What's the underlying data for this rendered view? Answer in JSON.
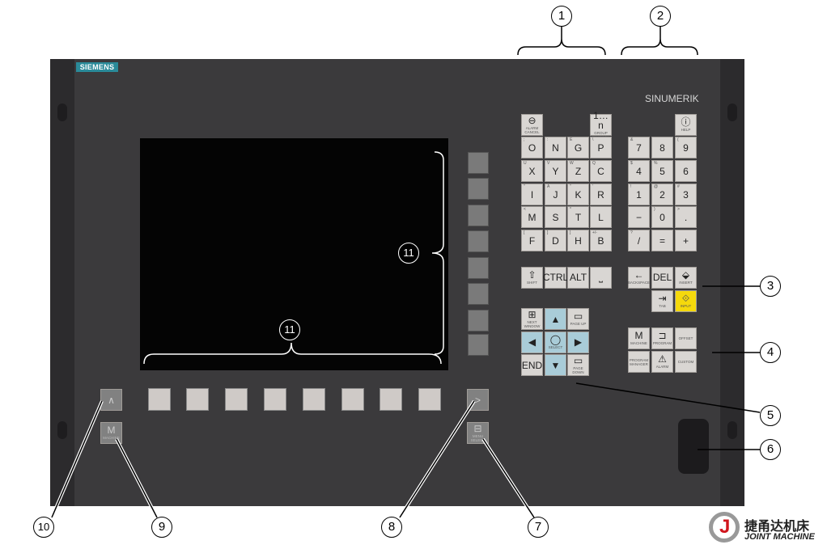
{
  "panel": {
    "logo": "SIEMENS",
    "brand": "SINUMERIK"
  },
  "keys": {
    "top": [
      {
        "id": "alarm-cancel",
        "main": "⊖",
        "sub": "ALARM CANCEL"
      },
      {
        "id": "group-channel",
        "main": "1…n",
        "sub": "GROUP CHANNEL"
      },
      {
        "id": "help",
        "main": "ⓘ",
        "sub": "HELP"
      }
    ],
    "alpha": [
      [
        {
          "m": "O",
          "s": ";"
        },
        {
          "m": "N",
          "s": ":"
        },
        {
          "m": "G",
          "s": "E"
        },
        {
          "m": "P",
          "s": "\\"
        }
      ],
      [
        {
          "m": "X",
          "s": "U"
        },
        {
          "m": "Y",
          "s": "V"
        },
        {
          "m": "Z",
          "s": "W"
        },
        {
          "m": "C",
          "s": "Q"
        }
      ],
      [
        {
          "m": "I",
          "s": "\""
        },
        {
          "m": "J",
          "s": "A"
        },
        {
          "m": "K",
          "s": "\""
        },
        {
          "m": "R",
          "s": "'"
        }
      ],
      [
        {
          "m": "M",
          "s": "<"
        },
        {
          "m": "S",
          "s": ""
        },
        {
          "m": "T",
          "s": "*"
        },
        {
          "m": "L",
          "s": ""
        }
      ],
      [
        {
          "m": "F",
          "s": "["
        },
        {
          "m": "D",
          "s": "]"
        },
        {
          "m": "H",
          "s": "]"
        },
        {
          "m": "B",
          "s": "+/-"
        }
      ]
    ],
    "numeric": [
      [
        {
          "m": "7",
          "s": "&"
        },
        {
          "m": "8",
          "s": ""
        },
        {
          "m": "9",
          "s": "("
        }
      ],
      [
        {
          "m": "4",
          "s": "$"
        },
        {
          "m": "5",
          "s": "%"
        },
        {
          "m": "6",
          "s": ""
        }
      ],
      [
        {
          "m": "1",
          "s": "!"
        },
        {
          "m": "2",
          "s": "@"
        },
        {
          "m": "3",
          "s": "#"
        }
      ],
      [
        {
          "m": "−",
          "s": ""
        },
        {
          "m": "0",
          "s": ")"
        },
        {
          "m": ".",
          "s": ">"
        }
      ],
      [
        {
          "m": "/",
          "s": "?"
        },
        {
          "m": "=",
          "s": ""
        },
        {
          "m": "+",
          "s": ""
        }
      ]
    ],
    "modifiers": [
      {
        "m": "⇧",
        "s": "SHIFT"
      },
      {
        "m": "CTRL",
        "s": ""
      },
      {
        "m": "ALT",
        "s": ""
      },
      {
        "m": "⎵",
        "s": ""
      }
    ],
    "edit": [
      {
        "m": "←",
        "s": "BACKSPACE"
      },
      {
        "m": "DEL",
        "s": ""
      },
      {
        "m": "⬙",
        "s": "INSERT"
      }
    ],
    "edit2": [
      {
        "m": "⇥",
        "s": "TAB"
      },
      {
        "m": "⟐",
        "s": "INPUT"
      }
    ],
    "nav": [
      [
        {
          "m": "⊞",
          "s": "NEXT WINDOW",
          "c": ""
        },
        {
          "m": "▲",
          "s": "",
          "c": "blue"
        },
        {
          "m": "▭",
          "s": "PAGE UP",
          "c": ""
        }
      ],
      [
        {
          "m": "◀",
          "s": "",
          "c": "blue"
        },
        {
          "m": "◯",
          "s": "SELECT",
          "c": "blue"
        },
        {
          "m": "▶",
          "s": "",
          "c": "blue"
        }
      ],
      [
        {
          "m": "END",
          "s": "",
          "c": ""
        },
        {
          "m": "▼",
          "s": "",
          "c": "blue"
        },
        {
          "m": "▭",
          "s": "PAGE DOWN",
          "c": ""
        }
      ]
    ],
    "area": [
      [
        {
          "m": "M",
          "s": "MACHINE"
        },
        {
          "m": "⊐",
          "s": "PROGRAM"
        },
        {
          "m": "",
          "s": "OFFSET"
        }
      ],
      [
        {
          "m": "",
          "s": "PROGRAM MANAGER"
        },
        {
          "m": "⚠",
          "s": "ALARM"
        },
        {
          "m": "",
          "s": "CUSTOM"
        }
      ]
    ],
    "side": {
      "recall": "∧",
      "machine": "M",
      "machine_sub": "MACHINE",
      "etc": ">",
      "menu": "⊟",
      "menu_sub": "MENU SELECT"
    }
  },
  "callouts": [
    "1",
    "2",
    "3",
    "4",
    "5",
    "6",
    "7",
    "8",
    "9",
    "10",
    "11",
    "11"
  ],
  "watermark": {
    "cn": "捷甬达机床",
    "en": "JOINT MACHINE"
  }
}
